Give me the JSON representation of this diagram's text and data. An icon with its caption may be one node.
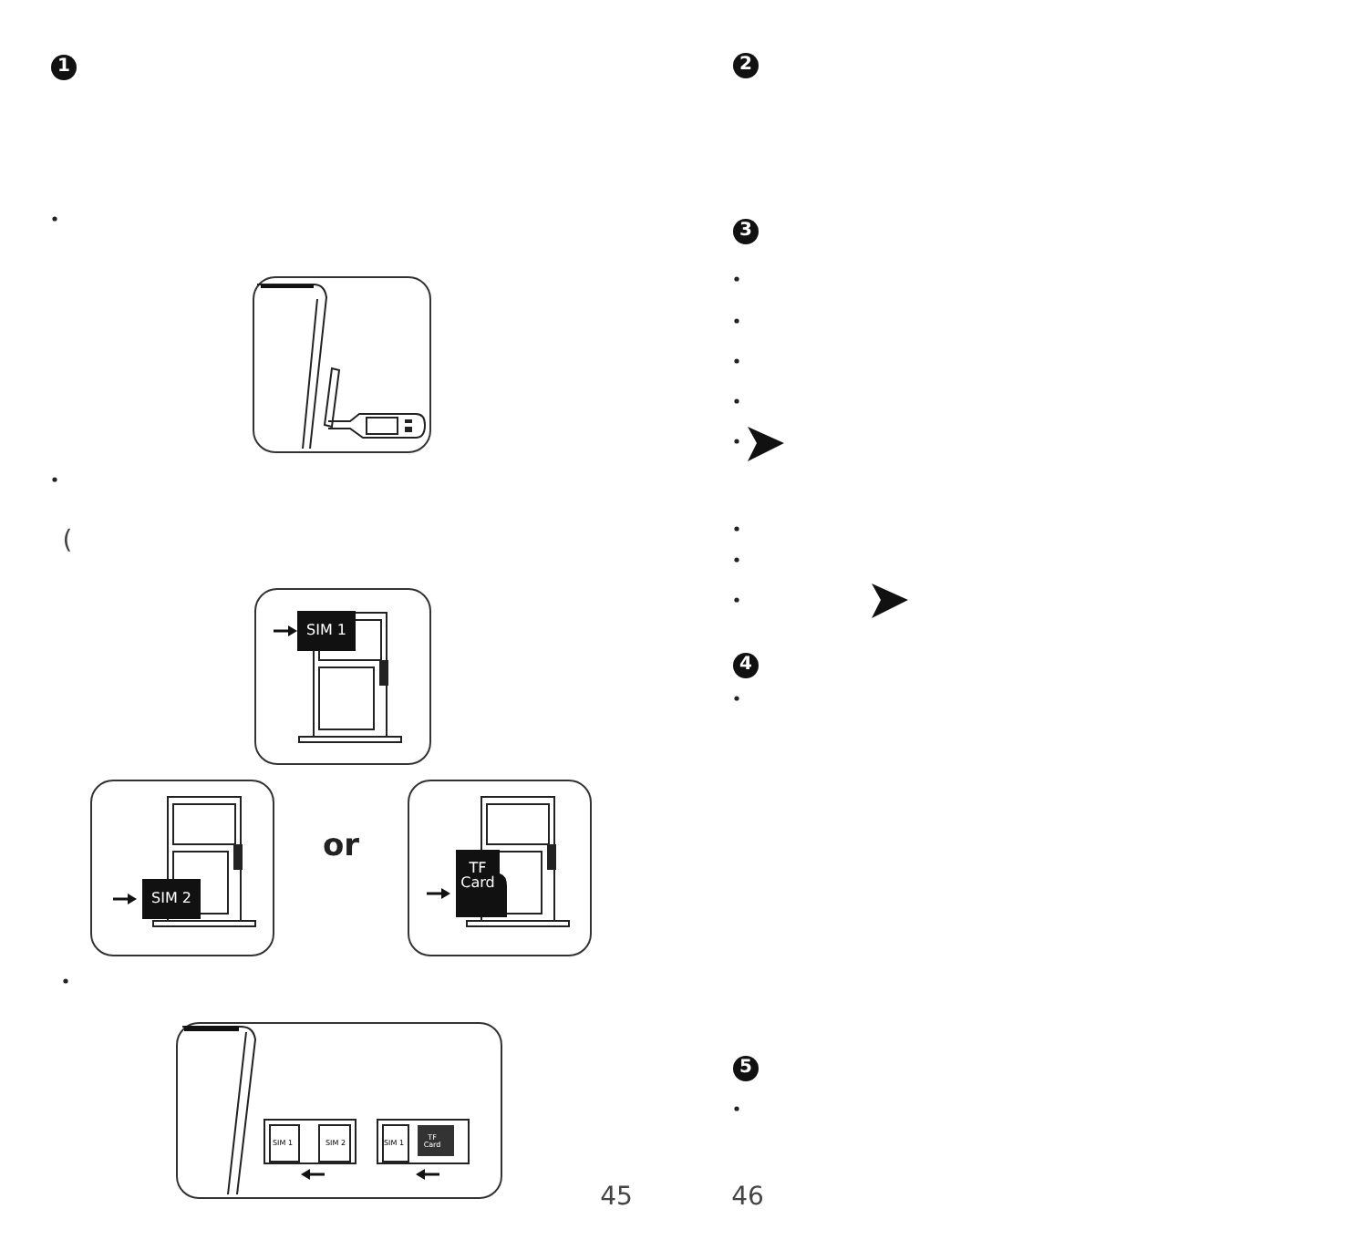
{
  "diagram": {
    "labels": [
      "1",
      "(",
      "SIM 1",
      "SIM 2",
      "or",
      "TF Card",
      "SIM 1",
      "SIM 2",
      "SIM 1",
      "TF Card",
      "45",
      "2",
      "3",
      "4",
      "5",
      "46"
    ]
  }
}
